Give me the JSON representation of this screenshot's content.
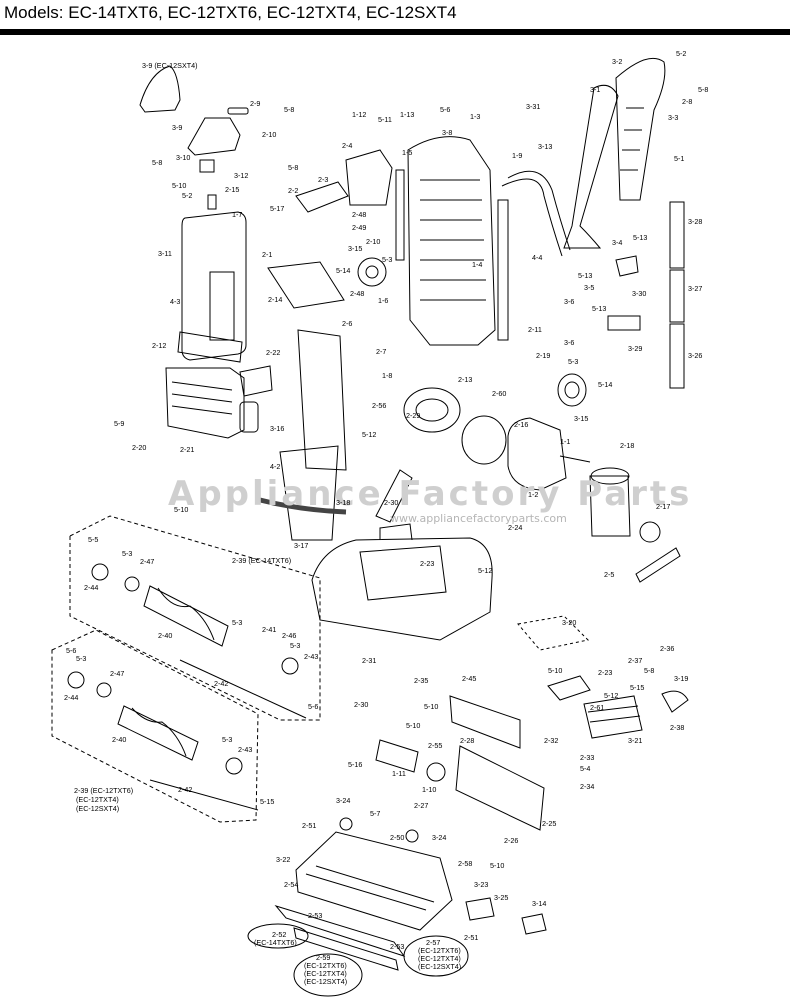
{
  "header": {
    "title": "Models: EC-14TXT6, EC-12TXT6, EC-12TXT4, EC-12SXT4"
  },
  "watermark": {
    "main": "Appliance Factory Parts",
    "url": "www.appliancefactoryparts.com"
  },
  "colors": {
    "ink": "#000000",
    "watermark": "#cfcfcf"
  },
  "parts": [
    {
      "id": "l01",
      "text": "3-9 (EC-12SXT4)"
    },
    {
      "id": "l02",
      "text": "2-9"
    },
    {
      "id": "l03",
      "text": "5-8"
    },
    {
      "id": "l04",
      "text": "3-9"
    },
    {
      "id": "l05",
      "text": "2-10"
    },
    {
      "id": "l06",
      "text": "5-8"
    },
    {
      "id": "l07",
      "text": "3-10"
    },
    {
      "id": "l08",
      "text": "3-12"
    },
    {
      "id": "l09",
      "text": "5-10"
    },
    {
      "id": "l10",
      "text": "5-2"
    },
    {
      "id": "l11",
      "text": "2-15"
    },
    {
      "id": "l12",
      "text": "1-7"
    },
    {
      "id": "l13",
      "text": "5-17"
    },
    {
      "id": "l14",
      "text": "2-2"
    },
    {
      "id": "l15",
      "text": "2-3"
    },
    {
      "id": "l16",
      "text": "5-8"
    },
    {
      "id": "l17",
      "text": "2-4"
    },
    {
      "id": "l18",
      "text": "1-12"
    },
    {
      "id": "l19",
      "text": "5-11"
    },
    {
      "id": "l20",
      "text": "1-13"
    },
    {
      "id": "l21",
      "text": "5-6"
    },
    {
      "id": "l22",
      "text": "1-3"
    },
    {
      "id": "l23",
      "text": "3-31"
    },
    {
      "id": "l24",
      "text": "3-8"
    },
    {
      "id": "l25",
      "text": "1-5"
    },
    {
      "id": "l26",
      "text": "1-9"
    },
    {
      "id": "l27",
      "text": "3-13"
    },
    {
      "id": "l28",
      "text": "3-2"
    },
    {
      "id": "l29",
      "text": "3-1"
    },
    {
      "id": "l30",
      "text": "5-2"
    },
    {
      "id": "l31",
      "text": "5-8"
    },
    {
      "id": "l32",
      "text": "2-8"
    },
    {
      "id": "l33",
      "text": "3-3"
    },
    {
      "id": "l34",
      "text": "5-1"
    },
    {
      "id": "l35",
      "text": "3-11"
    },
    {
      "id": "l36",
      "text": "4-3"
    },
    {
      "id": "l37",
      "text": "2-1"
    },
    {
      "id": "l38",
      "text": "2-14"
    },
    {
      "id": "l39",
      "text": "2-48"
    },
    {
      "id": "l40",
      "text": "2-49"
    },
    {
      "id": "l41",
      "text": "2-10"
    },
    {
      "id": "l42",
      "text": "3-15"
    },
    {
      "id": "l43",
      "text": "5-14"
    },
    {
      "id": "l44",
      "text": "5-3"
    },
    {
      "id": "l45",
      "text": "1-4"
    },
    {
      "id": "l46",
      "text": "4-4"
    },
    {
      "id": "l47",
      "text": "3-28"
    },
    {
      "id": "l48",
      "text": "3-4"
    },
    {
      "id": "l49",
      "text": "5-13"
    },
    {
      "id": "l50",
      "text": "5-13"
    },
    {
      "id": "l51",
      "text": "3-5"
    },
    {
      "id": "l52",
      "text": "3-27"
    },
    {
      "id": "l53",
      "text": "2-48"
    },
    {
      "id": "l54",
      "text": "1-6"
    },
    {
      "id": "l55",
      "text": "2-6"
    },
    {
      "id": "l56",
      "text": "2-7"
    },
    {
      "id": "l57",
      "text": "1-8"
    },
    {
      "id": "l58",
      "text": "2-11"
    },
    {
      "id": "l59",
      "text": "3-6"
    },
    {
      "id": "l60",
      "text": "5-13"
    },
    {
      "id": "l61",
      "text": "3-30"
    },
    {
      "id": "l62",
      "text": "3-6"
    },
    {
      "id": "l63",
      "text": "3-29"
    },
    {
      "id": "l64",
      "text": "3-26"
    },
    {
      "id": "l65",
      "text": "2-12"
    },
    {
      "id": "l66",
      "text": "2-22"
    },
    {
      "id": "l67",
      "text": "2-19"
    },
    {
      "id": "l68",
      "text": "5-3"
    },
    {
      "id": "l69",
      "text": "5-14"
    },
    {
      "id": "l70",
      "text": "3-15"
    },
    {
      "id": "l71",
      "text": "2-13"
    },
    {
      "id": "l72",
      "text": "2-60"
    },
    {
      "id": "l73",
      "text": "5-9"
    },
    {
      "id": "l74",
      "text": "3-16"
    },
    {
      "id": "l75",
      "text": "2-56"
    },
    {
      "id": "l76",
      "text": "2-29"
    },
    {
      "id": "l77",
      "text": "2-16"
    },
    {
      "id": "l78",
      "text": "1-1"
    },
    {
      "id": "l79",
      "text": "2-20"
    },
    {
      "id": "l80",
      "text": "2-21"
    },
    {
      "id": "l81",
      "text": "5-12"
    },
    {
      "id": "l82",
      "text": "4-2"
    },
    {
      "id": "l83",
      "text": "2-18"
    },
    {
      "id": "l84",
      "text": "5-10"
    },
    {
      "id": "l85",
      "text": "1-2"
    },
    {
      "id": "l86",
      "text": "3-18"
    },
    {
      "id": "l87",
      "text": "2-30"
    },
    {
      "id": "l88",
      "text": "2-17"
    },
    {
      "id": "l89",
      "text": "2-24"
    },
    {
      "id": "l90",
      "text": "3-17"
    },
    {
      "id": "l91",
      "text": "5-5"
    },
    {
      "id": "l92",
      "text": "5-3"
    },
    {
      "id": "l93",
      "text": "2-47"
    },
    {
      "id": "l94",
      "text": "2-39 (EC-14TXT6)"
    },
    {
      "id": "l95",
      "text": "2-23"
    },
    {
      "id": "l96",
      "text": "5-12"
    },
    {
      "id": "l97",
      "text": "2-5"
    },
    {
      "id": "l98",
      "text": "2-44"
    },
    {
      "id": "l99",
      "text": "2-40"
    },
    {
      "id": "l100",
      "text": "5-3"
    },
    {
      "id": "l101",
      "text": "2-41"
    },
    {
      "id": "l102",
      "text": "2-46"
    },
    {
      "id": "l103",
      "text": "5-3"
    },
    {
      "id": "l104",
      "text": "2-43"
    },
    {
      "id": "l105",
      "text": "3-20"
    },
    {
      "id": "l106",
      "text": "2-36"
    },
    {
      "id": "l107",
      "text": "5-6"
    },
    {
      "id": "l108",
      "text": "5-3"
    },
    {
      "id": "l109",
      "text": "2-47"
    },
    {
      "id": "l110",
      "text": "2-42"
    },
    {
      "id": "l111",
      "text": "2-31"
    },
    {
      "id": "l112",
      "text": "2-35"
    },
    {
      "id": "l113",
      "text": "2-45"
    },
    {
      "id": "l114",
      "text": "5-10"
    },
    {
      "id": "l115",
      "text": "2-23"
    },
    {
      "id": "l116",
      "text": "2-37"
    },
    {
      "id": "l117",
      "text": "5-8"
    },
    {
      "id": "l118",
      "text": "3-19"
    },
    {
      "id": "l119",
      "text": "2-44"
    },
    {
      "id": "l120",
      "text": "5-6"
    },
    {
      "id": "l121",
      "text": "2-30"
    },
    {
      "id": "l122",
      "text": "5-10"
    },
    {
      "id": "l123",
      "text": "5-12"
    },
    {
      "id": "l124",
      "text": "5-15"
    },
    {
      "id": "l125",
      "text": "2-61"
    },
    {
      "id": "l126",
      "text": "2-38"
    },
    {
      "id": "l127",
      "text": "2-40"
    },
    {
      "id": "l128",
      "text": "5-3"
    },
    {
      "id": "l129",
      "text": "2-43"
    },
    {
      "id": "l130",
      "text": "5-10"
    },
    {
      "id": "l131",
      "text": "2-28"
    },
    {
      "id": "l132",
      "text": "2-32"
    },
    {
      "id": "l133",
      "text": "3-21"
    },
    {
      "id": "l134",
      "text": "2-55"
    },
    {
      "id": "l135",
      "text": "2-33"
    },
    {
      "id": "l136",
      "text": "5-16"
    },
    {
      "id": "l137",
      "text": "1-11"
    },
    {
      "id": "l138",
      "text": "5-4"
    },
    {
      "id": "l139",
      "text": "2-42"
    },
    {
      "id": "l140",
      "text": "1-10"
    },
    {
      "id": "l141",
      "text": "2-34"
    },
    {
      "id": "l142",
      "text": "2-39 (EC-12TXT6)"
    },
    {
      "id": "l143",
      "text": "(EC-12TXT4)"
    },
    {
      "id": "l144",
      "text": "(EC-12SXT4)"
    },
    {
      "id": "l145",
      "text": "5-15"
    },
    {
      "id": "l146",
      "text": "2-27"
    },
    {
      "id": "l147",
      "text": "3-24"
    },
    {
      "id": "l148",
      "text": "5-7"
    },
    {
      "id": "l149",
      "text": "2-25"
    },
    {
      "id": "l150",
      "text": "2-51"
    },
    {
      "id": "l151",
      "text": "2-50"
    },
    {
      "id": "l152",
      "text": "3-24"
    },
    {
      "id": "l153",
      "text": "2-26"
    },
    {
      "id": "l154",
      "text": "3-22"
    },
    {
      "id": "l155",
      "text": "2-58"
    },
    {
      "id": "l156",
      "text": "5-10"
    },
    {
      "id": "l157",
      "text": "2-54"
    },
    {
      "id": "l158",
      "text": "3-23"
    },
    {
      "id": "l159",
      "text": "3-25"
    },
    {
      "id": "l160",
      "text": "3-14"
    },
    {
      "id": "l161",
      "text": "2-53"
    },
    {
      "id": "l162",
      "text": "2-51"
    },
    {
      "id": "l163",
      "text": "2-52"
    },
    {
      "id": "l164",
      "text": "(EC-14TXT6)"
    },
    {
      "id": "l165",
      "text": "2-53"
    },
    {
      "id": "l166",
      "text": "2-57"
    },
    {
      "id": "l167",
      "text": "(EC-12TXT6)"
    },
    {
      "id": "l168",
      "text": "(EC-12TXT4)"
    },
    {
      "id": "l169",
      "text": "(EC-12SXT4)"
    },
    {
      "id": "l170",
      "text": "2-59"
    },
    {
      "id": "l171",
      "text": "(EC-12TXT6)"
    },
    {
      "id": "l172",
      "text": "(EC-12TXT4)"
    },
    {
      "id": "l173",
      "text": "(EC-12SXT4)"
    }
  ]
}
